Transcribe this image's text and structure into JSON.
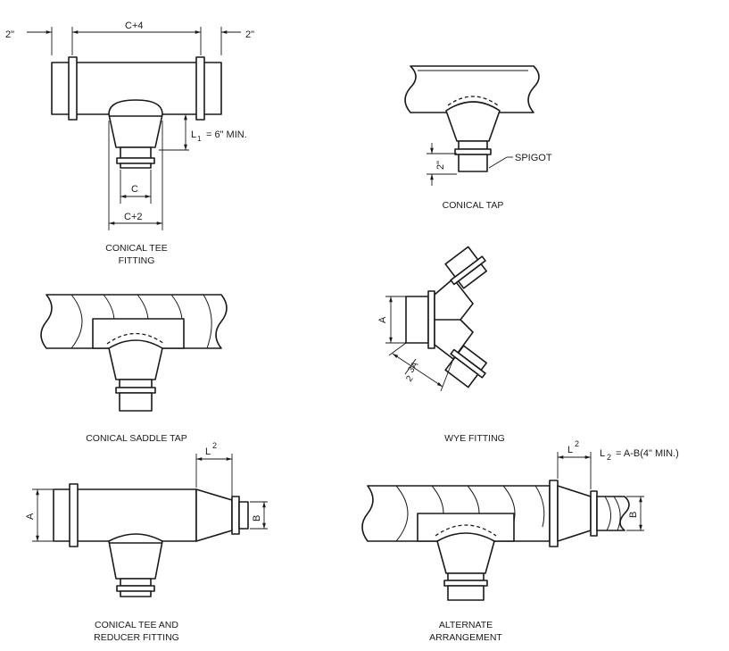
{
  "conical_tee": {
    "caption_line1": "CONICAL TEE",
    "caption_line2": "FITTING",
    "dim_left": "2\"",
    "dim_top": "C+4",
    "dim_right": "2\"",
    "dim_l1": "L",
    "dim_l1_sub": "1",
    "dim_l1_value": "= 6\" MIN.",
    "dim_c": "C",
    "dim_c2": "C+2"
  },
  "conical_tap": {
    "caption": "CONICAL TAP",
    "dim_2": "2\"",
    "spigot": "SPIGOT"
  },
  "conical_saddle_tap": {
    "caption": "CONICAL SADDLE TAP"
  },
  "wye_fitting": {
    "caption": "WYE FITTING",
    "dim_a": "A",
    "dim_3a": "3A",
    "dim_3a_den": "2"
  },
  "conical_tee_reducer": {
    "caption_line1": "CONICAL TEE AND",
    "caption_line2": "REDUCER FITTING",
    "dim_a": "A",
    "dim_b": "B",
    "dim_l": "L",
    "dim_l_sup": "2"
  },
  "alternate": {
    "caption_line1": "ALTERNATE",
    "caption_line2": "ARRANGEMENT",
    "dim_l": "L",
    "dim_l_sup": "2",
    "formula_l": "L",
    "formula_sub": "2",
    "formula_text": "= A-B(4\" MIN.)",
    "dim_b": "B"
  }
}
